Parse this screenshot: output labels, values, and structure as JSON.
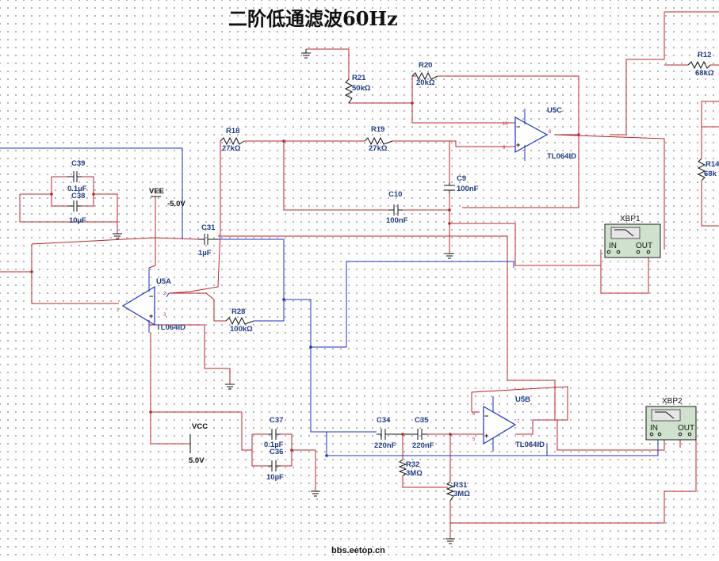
{
  "title": "二阶低通滤波60Hz",
  "watermark": "bbs.eetop.cn",
  "supplies": {
    "vee": {
      "name": "VEE",
      "value": "-5.0V"
    },
    "vcc": {
      "name": "VCC",
      "value": "5.0V"
    }
  },
  "resistors": {
    "r12": {
      "ref": "R12",
      "value": "68kΩ"
    },
    "r14": {
      "ref": "R14",
      "value": "68k"
    },
    "r18": {
      "ref": "R18",
      "value": "27kΩ"
    },
    "r19": {
      "ref": "R19",
      "value": "27kΩ"
    },
    "r20": {
      "ref": "R20",
      "value": "20kΩ"
    },
    "r21": {
      "ref": "R21",
      "value": "50kΩ"
    },
    "r28": {
      "ref": "R28",
      "value": "100kΩ"
    },
    "r31": {
      "ref": "R31",
      "value": "3MΩ"
    },
    "r32": {
      "ref": "R32",
      "value": "3MΩ"
    }
  },
  "capacitors": {
    "c9": {
      "ref": "C9",
      "value": "100nF"
    },
    "c10": {
      "ref": "C10",
      "value": "100nF"
    },
    "c31": {
      "ref": "C31",
      "value": "1µF"
    },
    "c34": {
      "ref": "C34",
      "value": "220nF"
    },
    "c35": {
      "ref": "C35",
      "value": "220nF"
    },
    "c36": {
      "ref": "C36",
      "value": "10µF"
    },
    "c37": {
      "ref": "C37",
      "value": "0.1µF"
    },
    "c38": {
      "ref": "C38",
      "value": "10µF"
    },
    "c39": {
      "ref": "C39",
      "value": "0.1µF"
    }
  },
  "opamps": {
    "u5a": {
      "ref": "U5A",
      "part": "TL064ID"
    },
    "u5b": {
      "ref": "U5B",
      "part": "TL064ID"
    },
    "u5c": {
      "ref": "U5C",
      "part": "TL064ID"
    }
  },
  "bode_plotters": {
    "xbp1": {
      "ref": "XBP1",
      "in_label": "IN",
      "out_label": "OUT"
    },
    "xbp2": {
      "ref": "XBP2",
      "in_label": "IN",
      "out_label": "OUT"
    }
  },
  "pin_numbers": {
    "u5c": {
      "plus": "9",
      "minus": "10",
      "out": "8"
    },
    "u5a": {
      "plus": "3",
      "minus": "2",
      "out": "1"
    },
    "u5b": {
      "plus": "5",
      "minus": "6",
      "out": "7"
    }
  },
  "colors": {
    "wire_red": "#c0202a",
    "wire_blue": "#1c2fd0",
    "label_blue": "#1f3d8c",
    "bode_green": "#cfe3cc"
  }
}
